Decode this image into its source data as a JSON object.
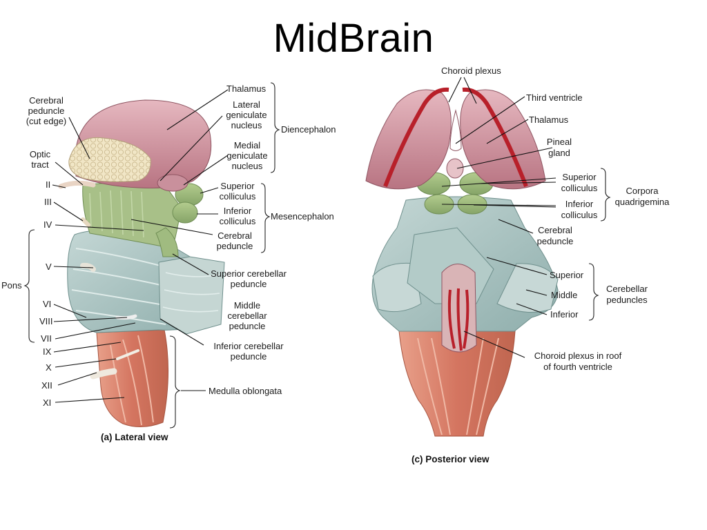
{
  "title": "MidBrain",
  "lateral": {
    "caption": "(a) Lateral view",
    "labels": {
      "cerebral_peduncle_cut_1": "Cerebral",
      "cerebral_peduncle_cut_2": "peduncle",
      "cerebral_peduncle_cut_3": "(cut edge)",
      "optic_tract_1": "Optic",
      "optic_tract_2": "tract",
      "nerve_ii": "II",
      "nerve_iii": "III",
      "nerve_iv": "IV",
      "pons": "Pons",
      "nerve_v": "V",
      "nerve_vi": "VI",
      "nerve_viii": "VIII",
      "nerve_vii": "VII",
      "nerve_ix": "IX",
      "nerve_x": "X",
      "nerve_xii": "XII",
      "nerve_xi": "XI",
      "thalamus": "Thalamus",
      "lgn_1": "Lateral",
      "lgn_2": "geniculate",
      "lgn_3": "nucleus",
      "mgn_1": "Medial",
      "mgn_2": "geniculate",
      "mgn_3": "nucleus",
      "diencephalon": "Diencephalon",
      "sup_coll_1": "Superior",
      "sup_coll_2": "colliculus",
      "inf_coll_1": "Inferior",
      "inf_coll_2": "colliculus",
      "mesencephalon": "Mesencephalon",
      "cer_ped_1": "Cerebral",
      "cer_ped_2": "peduncle",
      "scp_1": "Superior cerebellar",
      "scp_2": "peduncle",
      "mcp_1": "Middle",
      "mcp_2": "cerebellar",
      "mcp_3": "peduncle",
      "icp_1": "Inferior cerebellar",
      "icp_2": "peduncle",
      "medulla": "Medulla oblongata"
    }
  },
  "posterior": {
    "caption": "(c) Posterior view",
    "labels": {
      "choroid_plexus": "Choroid plexus",
      "third_ventricle": "Third ventricle",
      "thalamus": "Thalamus",
      "pineal_1": "Pineal",
      "pineal_2": "gland",
      "sup_coll_1": "Superior",
      "sup_coll_2": "colliculus",
      "inf_coll_1": "Inferior",
      "inf_coll_2": "colliculus",
      "corpora_1": "Corpora",
      "corpora_2": "quadrigemina",
      "cer_ped_1": "Cerebral",
      "cer_ped_2": "peduncle",
      "superior": "Superior",
      "middle": "Middle",
      "inferior": "Inferior",
      "cbp_1": "Cerebellar",
      "cbp_2": "peduncles",
      "cp4_1": "Choroid plexus in roof",
      "cp4_2": "of fourth ventricle"
    }
  },
  "colors": {
    "thalamus": "#c98a96",
    "pons": "#a9c2c0",
    "colliculi": "#9bb67a",
    "medulla": "#d9806a",
    "choroid": "#b8202a",
    "cut_edge": "#efe3c2"
  }
}
